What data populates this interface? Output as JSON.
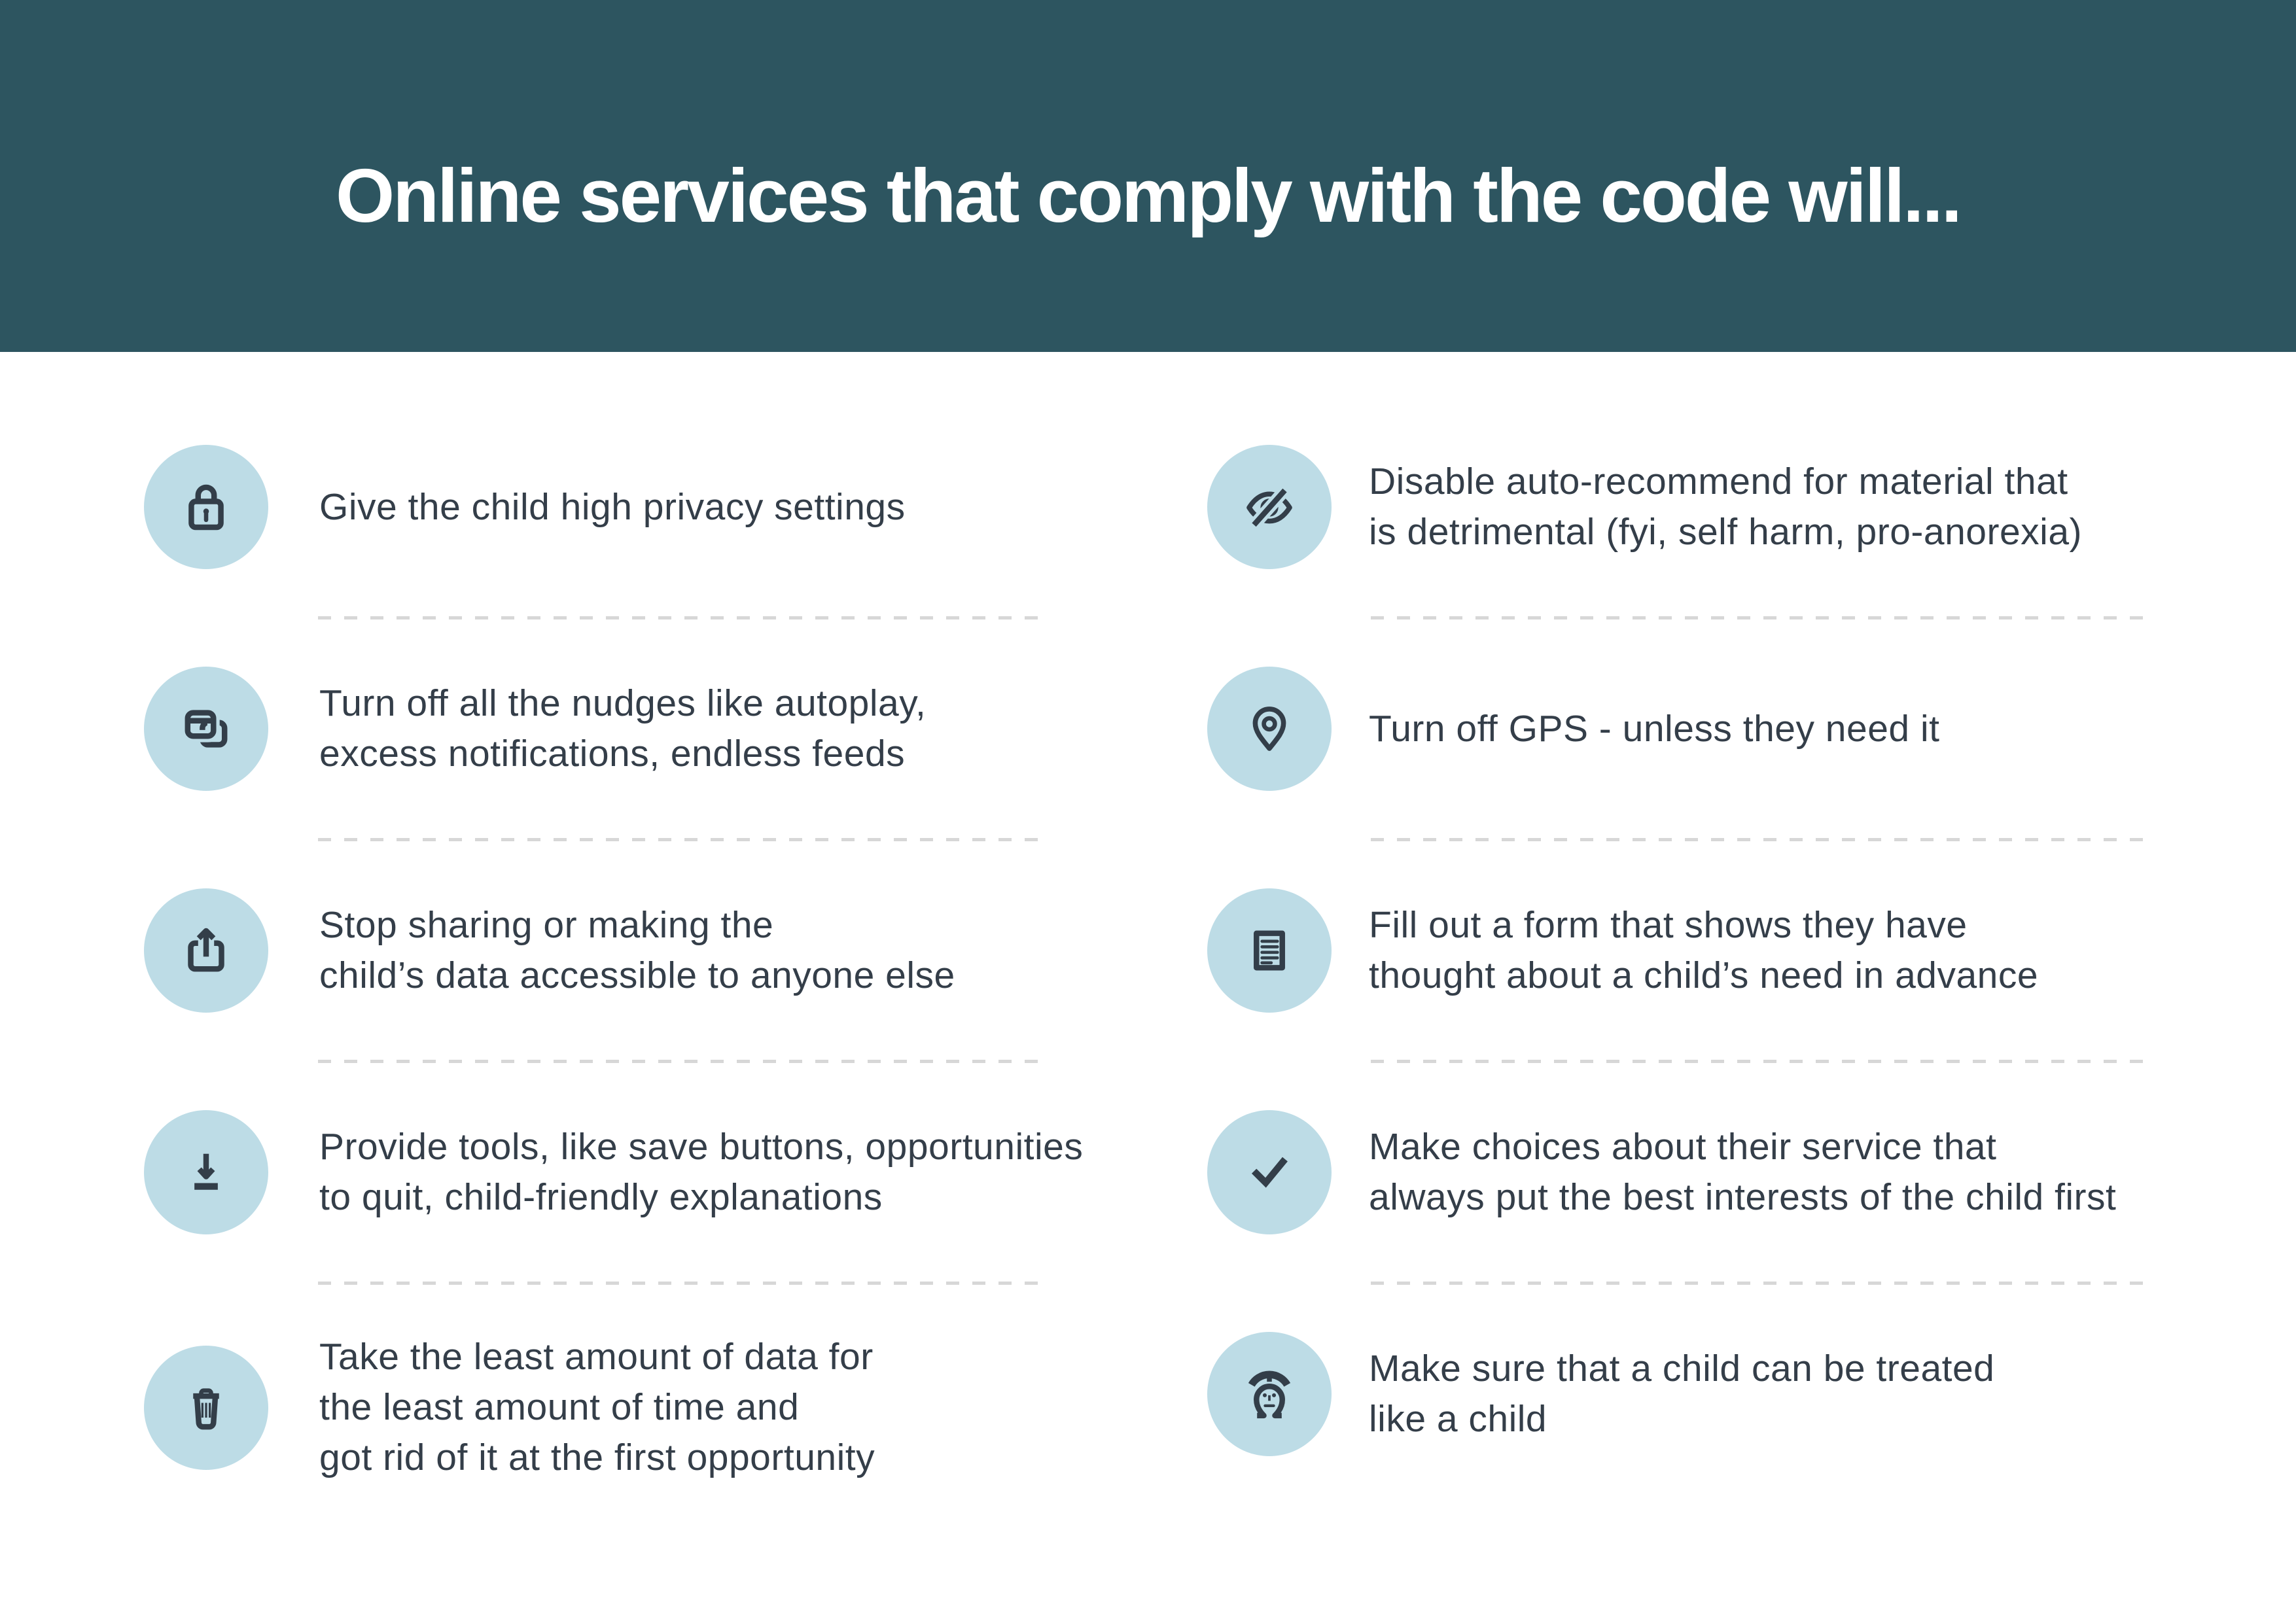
{
  "header": {
    "title": "Online services that comply with the code will..."
  },
  "colors": {
    "header_bg": "#2d5560",
    "icon_circle_bg": "#bddce6",
    "ink": "#343e49",
    "divider": "#d7d7d7",
    "title_text": "#ffffff"
  },
  "columns": {
    "left": {
      "items": [
        {
          "icon": "lock-icon",
          "text": "Give the child high privacy settings"
        },
        {
          "icon": "overlapping-windows-icon",
          "text": "Turn off all the nudges like autoplay,\nexcess notifications, endless feeds"
        },
        {
          "icon": "share-icon",
          "text": "Stop sharing or making the\nchild’s data accessible to anyone else"
        },
        {
          "icon": "download-icon",
          "text": "Provide tools, like save buttons, opportunities\nto quit, child-friendly explanations"
        },
        {
          "icon": "trash-icon",
          "text": "Take the least amount of data for\nthe least amount of time and\ngot rid of it at the first opportunity"
        }
      ]
    },
    "right": {
      "items": [
        {
          "icon": "eye-slash-icon",
          "text": "Disable auto-recommend for material that\nis detrimental (fyi, self harm, pro-anorexia)"
        },
        {
          "icon": "location-pin-icon",
          "text": "Turn off GPS - unless they need it"
        },
        {
          "icon": "form-icon",
          "text": "Fill out a form that shows they have\nthought about a child’s need in advance"
        },
        {
          "icon": "checkmark-icon",
          "text": "Make choices about their service that\nalways put the best interests of the child first"
        },
        {
          "icon": "child-face-icon",
          "text": "Make sure that a child can be treated\nlike a child"
        }
      ]
    }
  }
}
